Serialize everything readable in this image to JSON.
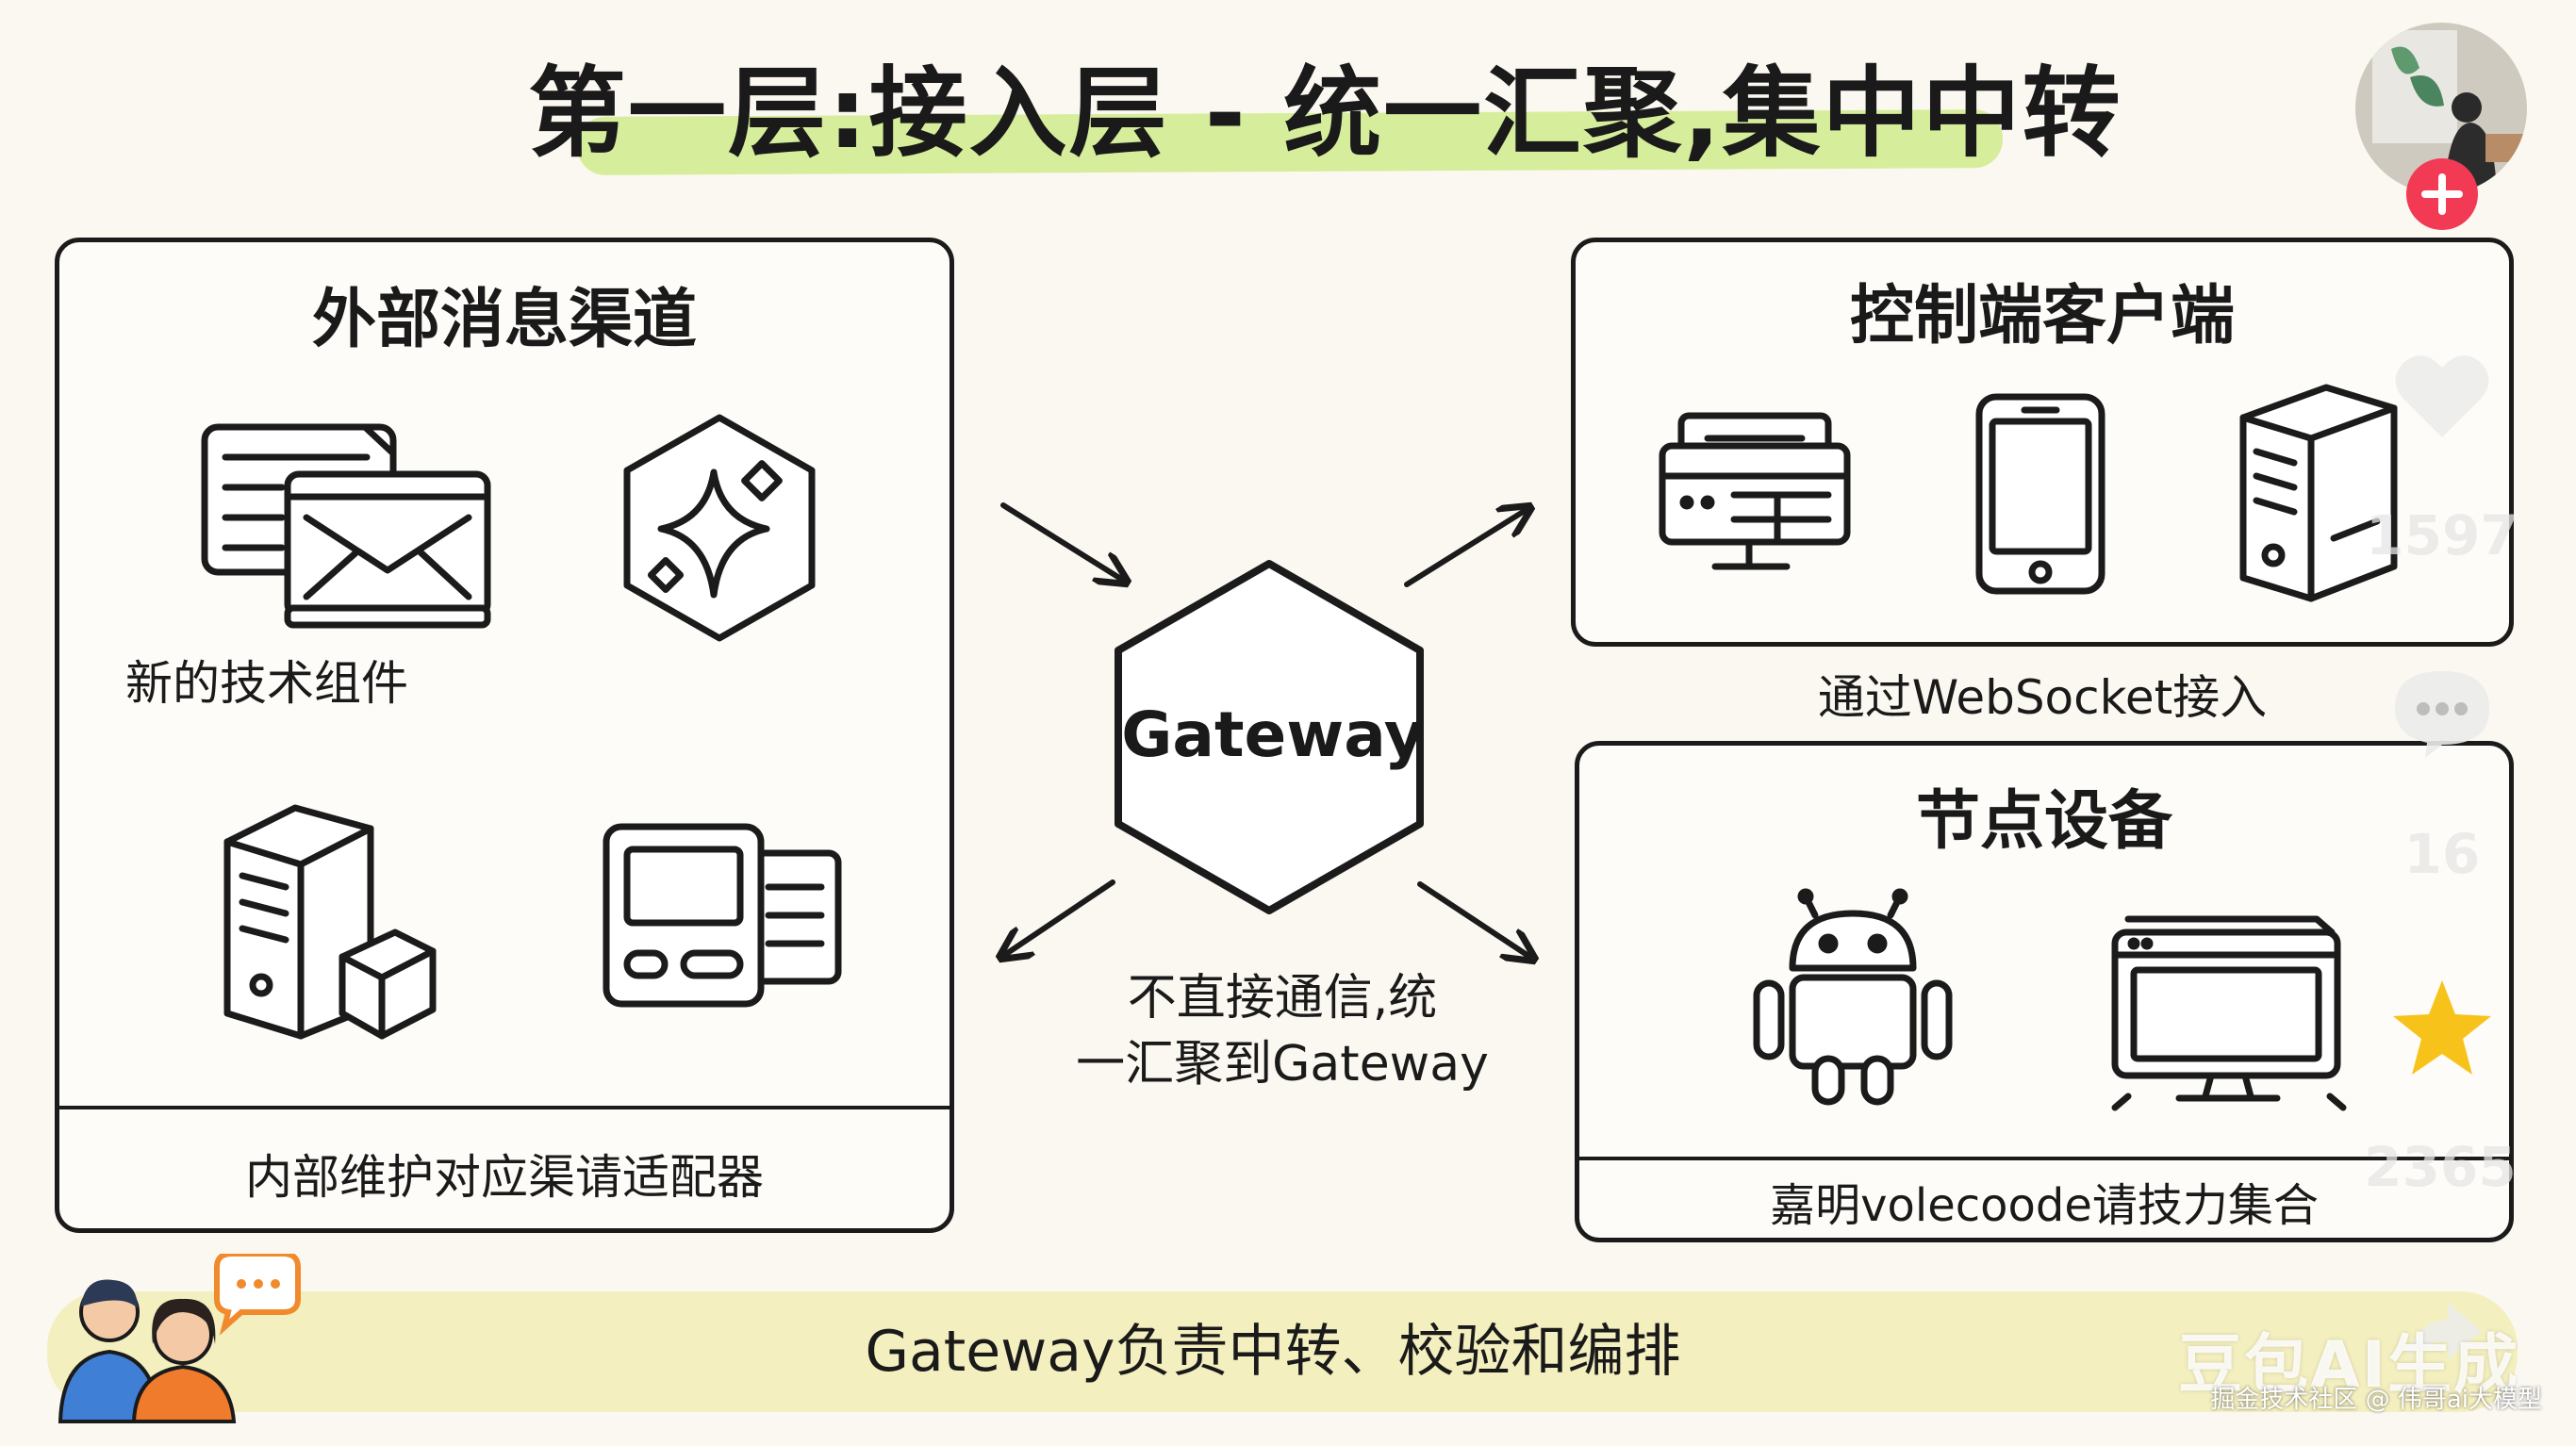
{
  "title": "第一层:接入层 - 统一汇聚,集中中转",
  "left_panel": {
    "title": "外部消息渠道",
    "component_label": "新的技术组件",
    "footer": "内部维护对应渠请适配器",
    "icons": [
      "message-window-icon",
      "sparkle-hexagon-icon",
      "server-box-icon",
      "device-cards-icon"
    ]
  },
  "gateway": {
    "label": "Gateway",
    "note_line1": "不直接通信,统",
    "note_line2": "一汇聚到Gateway"
  },
  "right_top_panel": {
    "title": "控制端客户端",
    "caption": "通过WebSocket接入",
    "icons": [
      "desktop-terminal-icon",
      "tablet-icon",
      "server-tower-icon"
    ]
  },
  "right_bottom_panel": {
    "title": "节点设备",
    "footer": "嘉明volecoode请技力集合",
    "icons": [
      "android-icon",
      "monitor-icon"
    ]
  },
  "banner": {
    "text": "Gateway负责中转、校验和编排"
  },
  "overlay": {
    "likes": "1597",
    "comments": "16",
    "favorites": "2365",
    "watermark": "豆包AI生成",
    "credit": "掘金技术社区 @ 伟哥ai大模型"
  },
  "colors": {
    "title_highlight": "#d6ee9c",
    "banner": "#f4efbf",
    "follow_button": "#f23a55",
    "star": "#f7c31a"
  }
}
